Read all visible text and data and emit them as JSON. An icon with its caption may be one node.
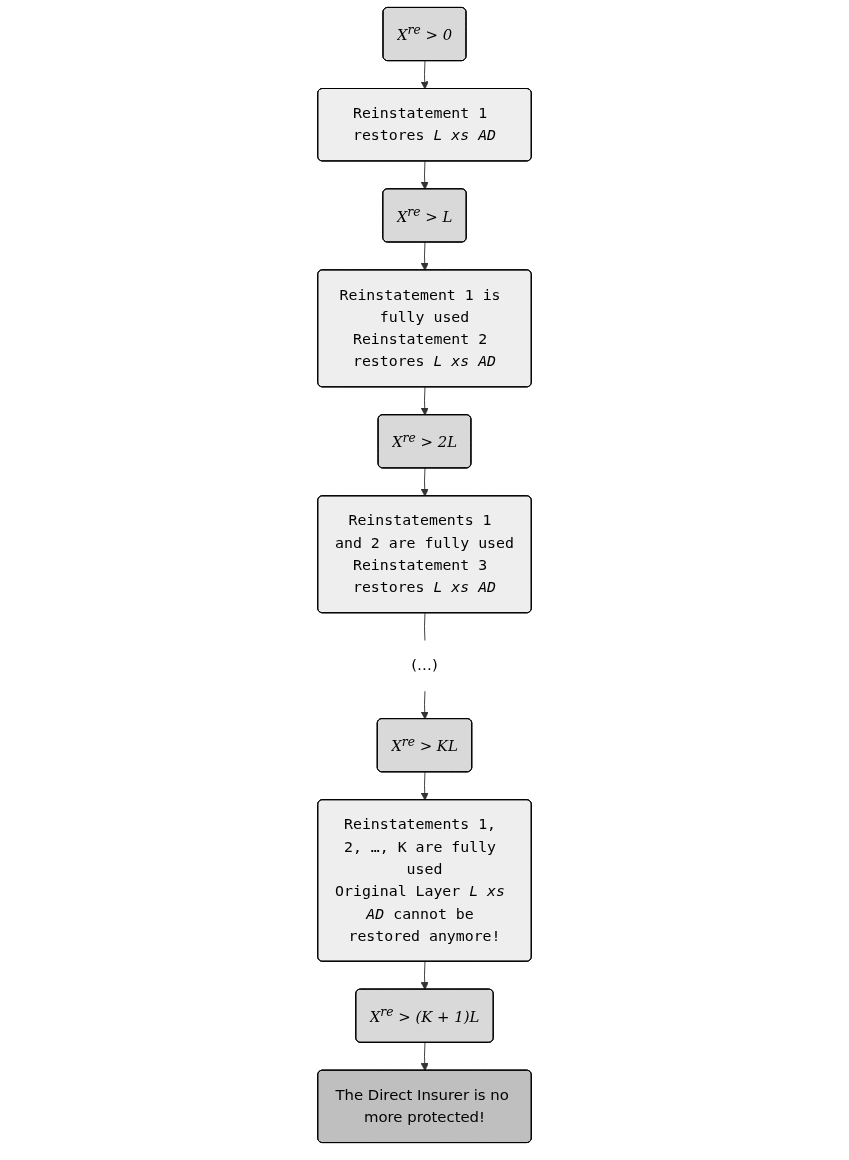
{
  "diagram": {
    "nodes": [
      {
        "text": [
          "X$^{re}$ > 0"
        ]
      },
      {
        "text": [
          "Reinstatement 1 restores *L xs AD*"
        ]
      },
      {
        "text": [
          "X$^{re}$ > L"
        ]
      },
      {
        "text": [
          "Reinstatement 1 is fully used",
          "Reinstatement 2 restores *L xs AD*"
        ]
      },
      {
        "text": [
          "X$^{re}$ > 2L"
        ]
      },
      {
        "text": [
          "Reinstatements 1 and 2 are fully used",
          "Reinstatement 3 restores *L xs AD*"
        ]
      },
      {
        "text": [
          "(…)"
        ]
      },
      {
        "text": [
          "X$^{re}$ > KL"
        ]
      },
      {
        "text": [
          "Reinstatements 1, 2, …, K are fully used",
          "Original Layer *L xs AD* cannot be restored anymore!"
        ]
      },
      {
        "text": [
          "X$^{re}$ > (K + 1)L"
        ]
      },
      {
        "text": [
          "The Direct Insurer is no more protected!"
        ]
      }
    ],
    "edges": [
      {
        "from": 0,
        "to": 1,
        "arrow": "to"
      },
      {
        "from": 1,
        "to": 2,
        "arrow": "to"
      },
      {
        "from": 2,
        "to": 3,
        "arrow": "to"
      },
      {
        "from": 3,
        "to": 4,
        "arrow": "to"
      },
      {
        "from": 4,
        "to": 5,
        "arrow": "to"
      },
      {
        "from": 5,
        "to": 6,
        "arrow": "none"
      },
      {
        "from": 6,
        "to": 7,
        "arrow": "to"
      },
      {
        "from": 7,
        "to": 8,
        "arrow": "to"
      },
      {
        "from": 8,
        "to": 9,
        "arrow": "to"
      },
      {
        "from": 9,
        "to": 10,
        "arrow": "to"
      }
    ]
  }
}
